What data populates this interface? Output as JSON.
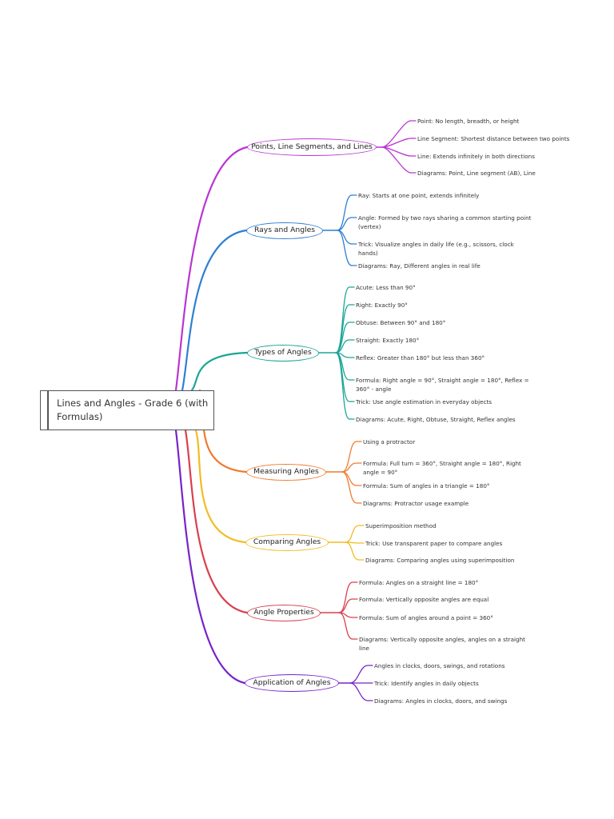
{
  "title": "Lines and Angles - Grade 6 (with Formulas)",
  "branches": [
    {
      "label": "Points, Line Segments, and Lines",
      "color": "#b935d3",
      "leaves": [
        "Point: No length, breadth, or height",
        "Line Segment: Shortest distance between two points",
        "Line: Extends infinitely in both directions",
        "Diagrams: Point, Line segment (AB), Line"
      ]
    },
    {
      "label": "Rays and Angles",
      "color": "#2f7fd3",
      "leaves": [
        "Ray: Starts at one point, extends infinitely",
        "Angle: Formed by two rays sharing a common starting point (vertex)",
        "Trick: Visualize angles in daily life (e.g., scissors, clock hands)",
        "Diagrams: Ray, Different angles in real life"
      ]
    },
    {
      "label": "Types of Angles",
      "color": "#1aa596",
      "leaves": [
        "Acute: Less than 90°",
        "Right: Exactly 90°",
        "Obtuse: Between 90° and 180°",
        "Straight: Exactly 180°",
        "Reflex: Greater than 180° but less than 360°",
        "Formula: Right angle = 90°, Straight angle = 180°, Reflex = 360° - angle",
        "Trick: Use angle estimation in everyday objects",
        "Diagrams: Acute, Right, Obtuse, Straight, Reflex angles"
      ]
    },
    {
      "label": "Measuring Angles",
      "color": "#ee7b2f",
      "leaves": [
        "Using a protractor",
        "Formula: Full turn = 360°, Straight angle = 180°, Right angle = 90°",
        "Formula: Sum of angles in a triangle = 180°",
        "Diagrams: Protractor usage example"
      ]
    },
    {
      "label": "Comparing Angles",
      "color": "#f2bc22",
      "leaves": [
        "Superimposition method",
        "Trick: Use transparent paper to compare angles",
        "Diagrams: Comparing angles using superimposition"
      ]
    },
    {
      "label": "Angle Properties",
      "color": "#d9404f",
      "leaves": [
        "Formula: Angles on a straight line = 180°",
        "Formula: Vertically opposite angles are equal",
        "Formula: Sum of angles around a point = 360°",
        "Diagrams: Vertically opposite angles, angles on a straight line"
      ]
    },
    {
      "label": "Application of Angles",
      "color": "#7723c9",
      "leaves": [
        "Angles in clocks, doors, swings, and rotations",
        "Trick: Identify angles in daily objects",
        "Diagrams: Angles in clocks, doors, and swings"
      ]
    }
  ]
}
